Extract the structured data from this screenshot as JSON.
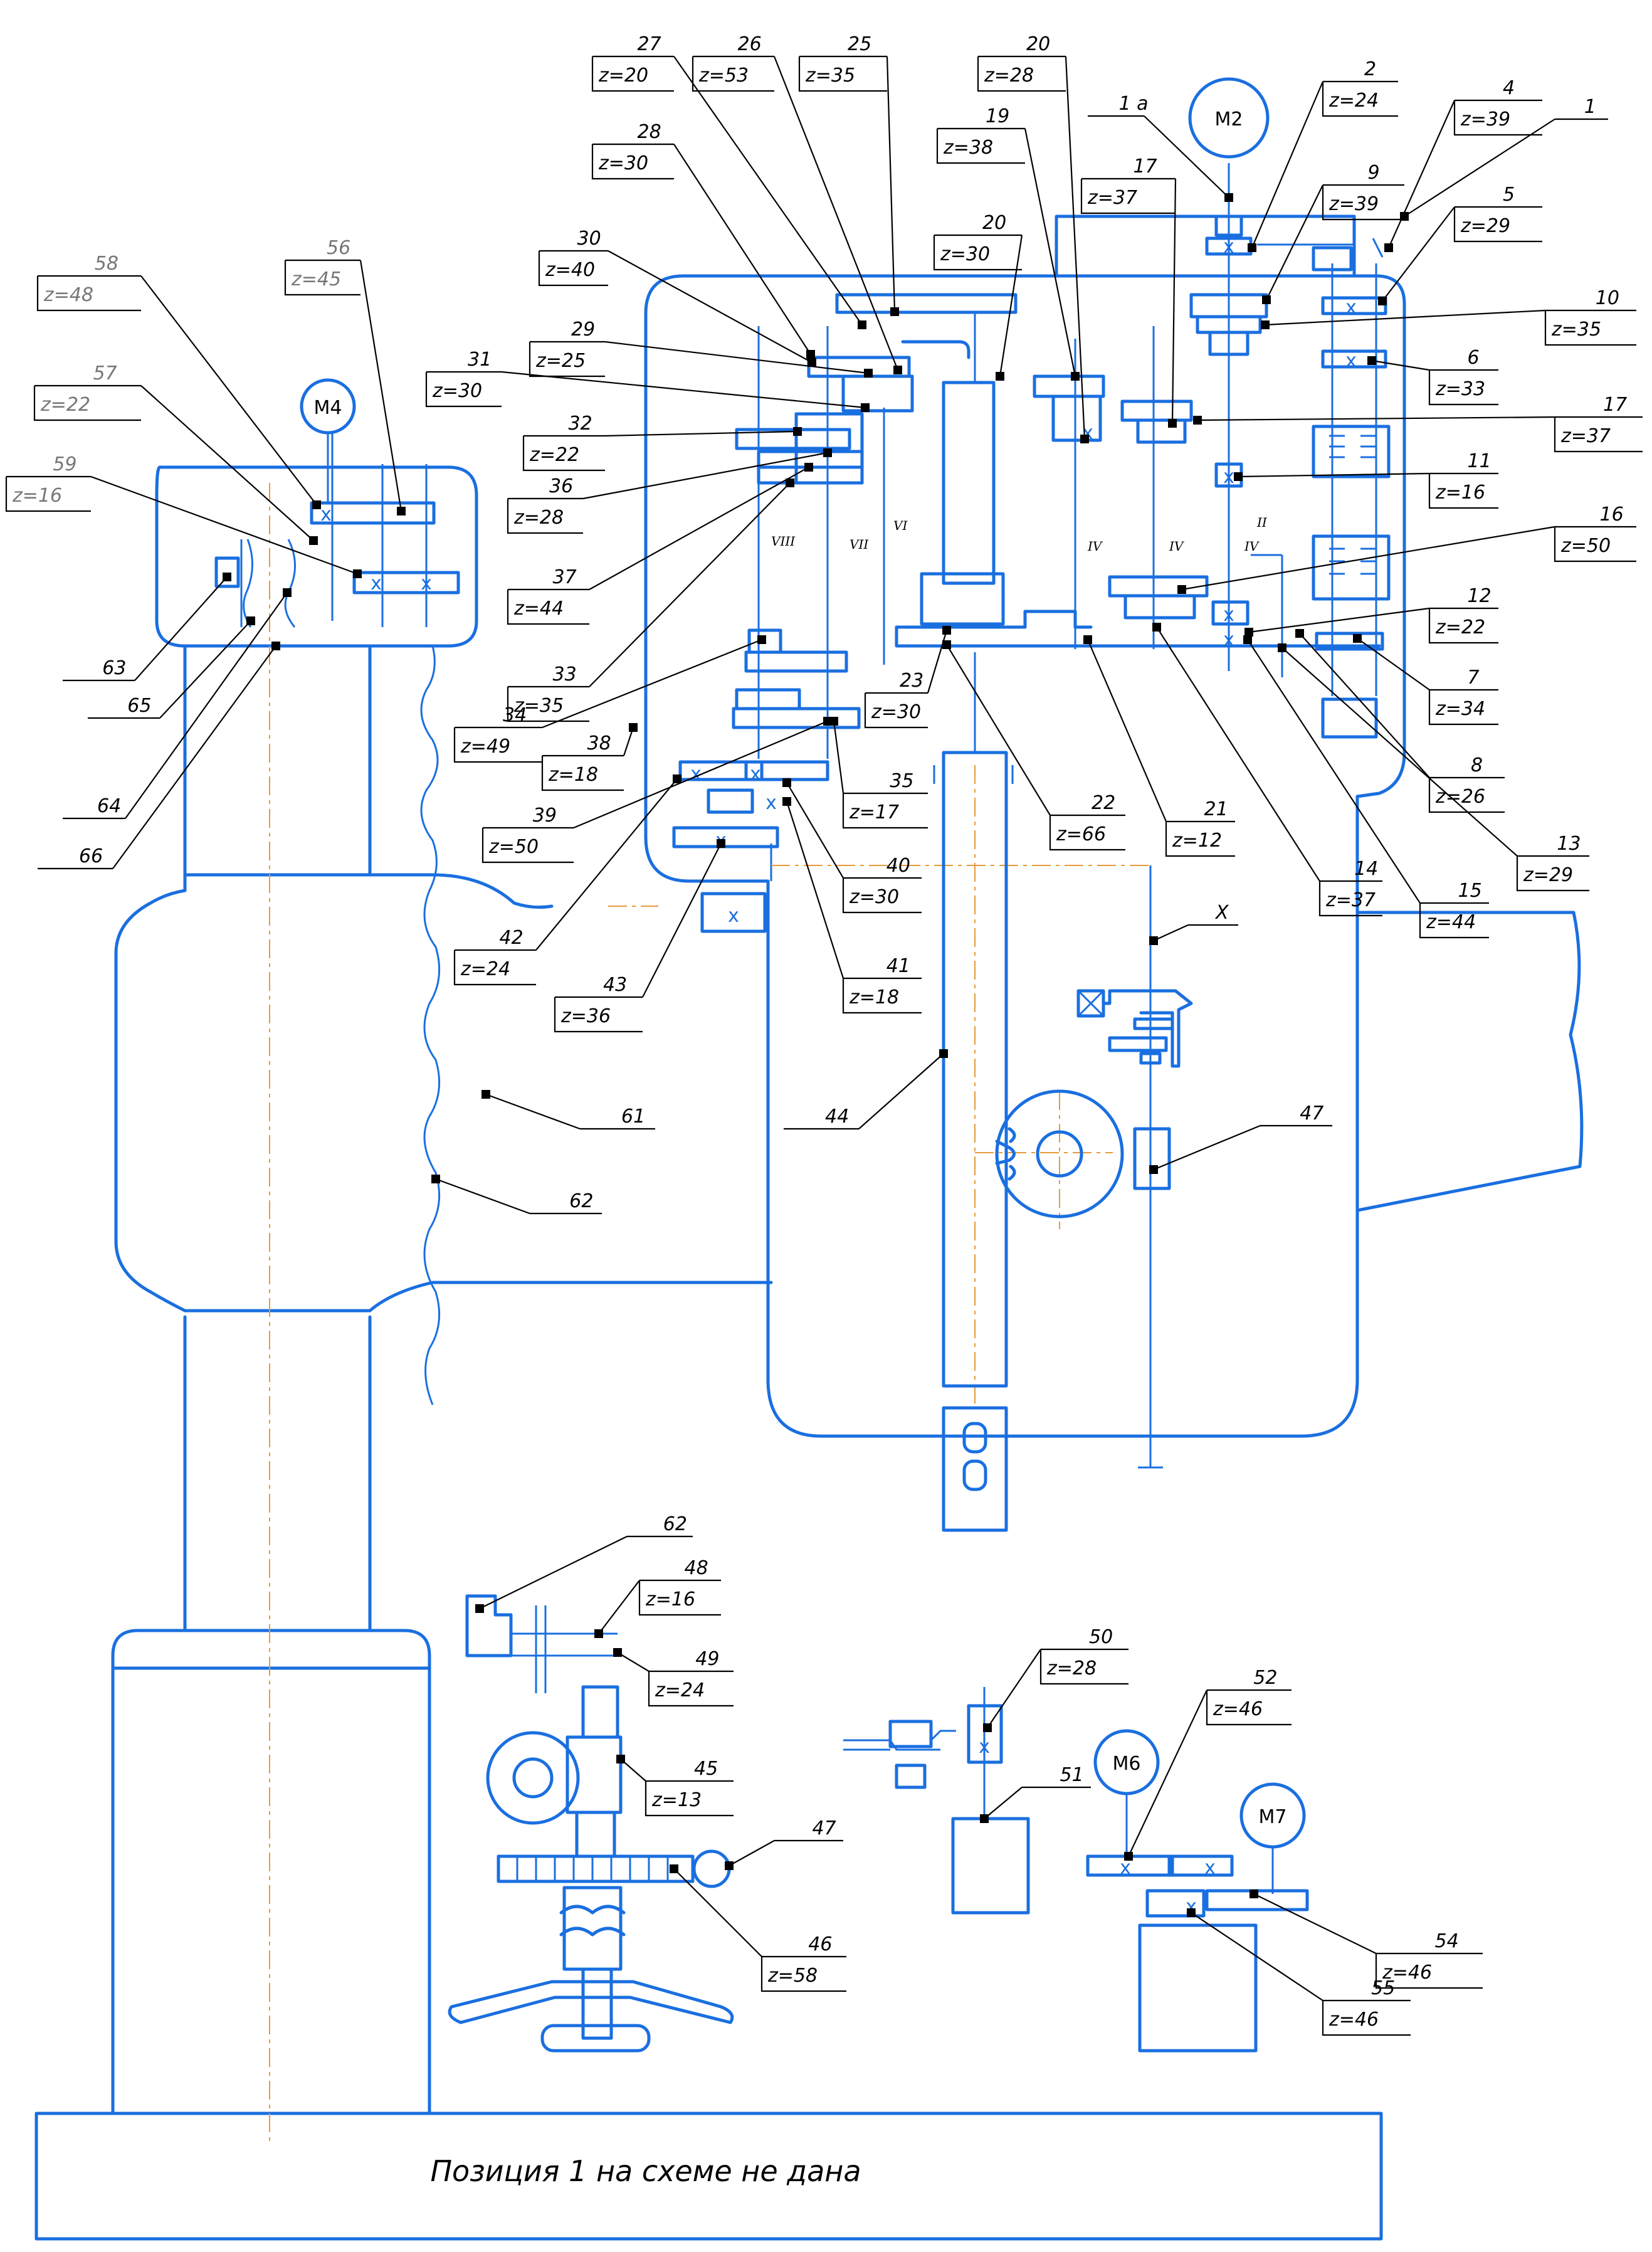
{
  "caption": "Позиция 1 на схеме не дана",
  "motors": [
    {
      "id": "m4",
      "label": "M4"
    },
    {
      "id": "m2",
      "label": "M2"
    },
    {
      "id": "m6",
      "label": "M6"
    },
    {
      "id": "m7",
      "label": "M7"
    }
  ],
  "shaft_labels": [
    "VIII",
    "VII",
    "VI",
    "IV",
    "IV",
    "IV",
    "II"
  ],
  "callouts": [
    {
      "id": "c58",
      "num": "58",
      "z": "z=48",
      "grey": true
    },
    {
      "id": "c56",
      "num": "56",
      "z": "z=45",
      "grey": true
    },
    {
      "id": "c57",
      "num": "57",
      "z": "z=22",
      "grey": true
    },
    {
      "id": "c59",
      "num": "59",
      "z": "z=16",
      "grey": true
    },
    {
      "id": "c63",
      "num": "63",
      "z": ""
    },
    {
      "id": "c65",
      "num": "65",
      "z": ""
    },
    {
      "id": "c64",
      "num": "64",
      "z": ""
    },
    {
      "id": "c66",
      "num": "66",
      "z": ""
    },
    {
      "id": "c27",
      "num": "27",
      "z": "z=20"
    },
    {
      "id": "c26",
      "num": "26",
      "z": "z=53"
    },
    {
      "id": "c25",
      "num": "25",
      "z": "z=35"
    },
    {
      "id": "c28",
      "num": "28",
      "z": "z=30"
    },
    {
      "id": "c30",
      "num": "30",
      "z": "z=40"
    },
    {
      "id": "c29",
      "num": "29",
      "z": "z=25"
    },
    {
      "id": "c31",
      "num": "31",
      "z": "z=30"
    },
    {
      "id": "c32",
      "num": "32",
      "z": "z=22"
    },
    {
      "id": "c36",
      "num": "36",
      "z": "z=28"
    },
    {
      "id": "c37",
      "num": "37",
      "z": "z=44"
    },
    {
      "id": "c33",
      "num": "33",
      "z": "z=35"
    },
    {
      "id": "c34",
      "num": "34",
      "z": "z=49"
    },
    {
      "id": "c38",
      "num": "38",
      "z": "z=18"
    },
    {
      "id": "c39",
      "num": "39",
      "z": "z=50"
    },
    {
      "id": "c42",
      "num": "42",
      "z": "z=24"
    },
    {
      "id": "c43",
      "num": "43",
      "z": "z=36"
    },
    {
      "id": "c20a",
      "num": "20",
      "z": "z=28"
    },
    {
      "id": "c19",
      "num": "19",
      "z": "z=38"
    },
    {
      "id": "c20b",
      "num": "20",
      "z": "z=30"
    },
    {
      "id": "c17a",
      "num": "17",
      "z": "z=37"
    },
    {
      "id": "c1a",
      "num": "1 a",
      "z": ""
    },
    {
      "id": "c2",
      "num": "2",
      "z": "z=24"
    },
    {
      "id": "c9",
      "num": "9",
      "z": "z=39"
    },
    {
      "id": "c4",
      "num": "4",
      "z": "z=39"
    },
    {
      "id": "c1",
      "num": "1",
      "z": ""
    },
    {
      "id": "c5",
      "num": "5",
      "z": "z=29"
    },
    {
      "id": "c10",
      "num": "10",
      "z": "z=35"
    },
    {
      "id": "c6",
      "num": "6",
      "z": "z=33"
    },
    {
      "id": "c17b",
      "num": "17",
      "z": "z=37"
    },
    {
      "id": "c11",
      "num": "11",
      "z": "z=16"
    },
    {
      "id": "c16",
      "num": "16",
      "z": "z=50"
    },
    {
      "id": "c12",
      "num": "12",
      "z": "z=22"
    },
    {
      "id": "c7",
      "num": "7",
      "z": "z=34"
    },
    {
      "id": "c8",
      "num": "8",
      "z": "z=26"
    },
    {
      "id": "c13",
      "num": "13",
      "z": "z=29"
    },
    {
      "id": "c15",
      "num": "15",
      "z": "z=44"
    },
    {
      "id": "c14",
      "num": "14",
      "z": "z=37"
    },
    {
      "id": "c21",
      "num": "21",
      "z": "z=12"
    },
    {
      "id": "c22",
      "num": "22",
      "z": "z=66"
    },
    {
      "id": "c23",
      "num": "23",
      "z": "z=30"
    },
    {
      "id": "c35",
      "num": "35",
      "z": "z=17"
    },
    {
      "id": "c40",
      "num": "40",
      "z": "z=30"
    },
    {
      "id": "c41",
      "num": "41",
      "z": "z=18"
    },
    {
      "id": "cX",
      "num": "X",
      "z": ""
    },
    {
      "id": "c44",
      "num": "44",
      "z": ""
    },
    {
      "id": "c47a",
      "num": "47",
      "z": ""
    },
    {
      "id": "c61",
      "num": "61",
      "z": ""
    },
    {
      "id": "c62a",
      "num": "62",
      "z": ""
    },
    {
      "id": "c62b",
      "num": "62",
      "z": ""
    },
    {
      "id": "c48",
      "num": "48",
      "z": "z=16"
    },
    {
      "id": "c49",
      "num": "49",
      "z": "z=24"
    },
    {
      "id": "c45",
      "num": "45",
      "z": "z=13"
    },
    {
      "id": "c47b",
      "num": "47",
      "z": ""
    },
    {
      "id": "c46",
      "num": "46",
      "z": "z=58"
    },
    {
      "id": "c50",
      "num": "50",
      "z": "z=28"
    },
    {
      "id": "c51",
      "num": "51",
      "z": ""
    },
    {
      "id": "c52",
      "num": "52",
      "z": "z=46"
    },
    {
      "id": "c54",
      "num": "54",
      "z": "z=46"
    },
    {
      "id": "c55",
      "num": "55",
      "z": "z=46"
    }
  ]
}
